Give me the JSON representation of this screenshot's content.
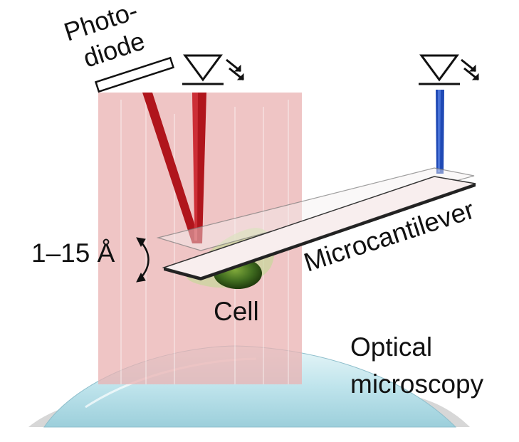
{
  "labels": {
    "photodiode_line1": "Photo-",
    "photodiode_line2": "diode",
    "gap": "1–15 Å",
    "microcantilever": "Microcantilever",
    "cell": "Cell",
    "optical_line1": "Optical",
    "optical_line2": "microscopy"
  },
  "colors": {
    "beam_column": "#eab2b2",
    "red_laser": "#b0151c",
    "blue_laser": "#1f49b5",
    "cantilever_fill": "#f8eeee",
    "cell": "#3f6b1f",
    "lens": "#bfe4ec"
  }
}
